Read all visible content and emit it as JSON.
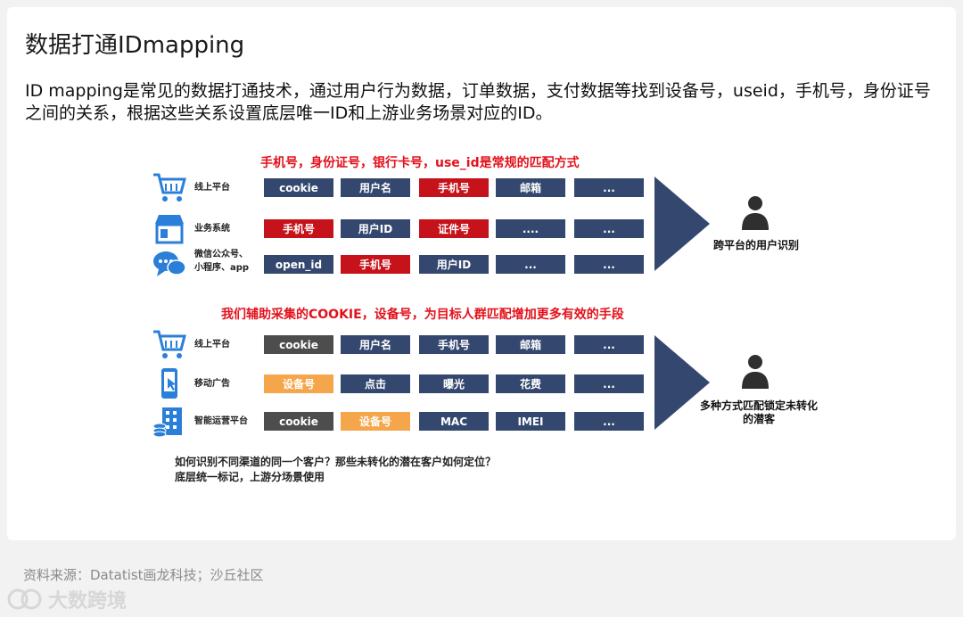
{
  "title": "数据打通IDmapping",
  "paragraph": "ID mapping是常见的数据打通技术，通过用户行为数据，订单数据，支付数据等找到设备号，useid，手机号，身份证号之间的关系，根据这些关系设置底层唯一ID和上游业务场景对应的ID。",
  "section1": {
    "heading": "手机号，身份证号，银行卡号，use_id是常规的匹配方式",
    "rows": [
      {
        "icon": "cart-icon",
        "label": "线上平台",
        "cells": [
          {
            "t": "cookie",
            "c": "navy"
          },
          {
            "t": "用户名",
            "c": "navy"
          },
          {
            "t": "手机号",
            "c": "red"
          },
          {
            "t": "邮箱",
            "c": "navy"
          },
          {
            "t": "...",
            "c": "navy"
          }
        ]
      },
      {
        "icon": "store-icon",
        "label": "业务系统",
        "cells": [
          {
            "t": "手机号",
            "c": "red"
          },
          {
            "t": "用户ID",
            "c": "navy"
          },
          {
            "t": "证件号",
            "c": "red"
          },
          {
            "t": "....",
            "c": "navy"
          },
          {
            "t": "...",
            "c": "navy"
          }
        ]
      },
      {
        "icon": "wechat-icon",
        "label": "微信公众号、\n小程序、app",
        "cells": [
          {
            "t": "open_id",
            "c": "navy"
          },
          {
            "t": "手机号",
            "c": "red"
          },
          {
            "t": "用户ID",
            "c": "navy"
          },
          {
            "t": "...",
            "c": "navy"
          },
          {
            "t": "...",
            "c": "navy"
          }
        ]
      }
    ],
    "result": "跨平台的用户识别"
  },
  "section2": {
    "heading": "我们辅助采集的COOKIE，设备号，为目标人群匹配增加更多有效的手段",
    "rows": [
      {
        "icon": "cart-icon",
        "label": "线上平台",
        "cells": [
          {
            "t": "cookie",
            "c": "gray"
          },
          {
            "t": "用户名",
            "c": "navy"
          },
          {
            "t": "手机号",
            "c": "navy"
          },
          {
            "t": "邮箱",
            "c": "navy"
          },
          {
            "t": "...",
            "c": "navy"
          }
        ]
      },
      {
        "icon": "phone-ad-icon",
        "label": "移动广告",
        "cells": [
          {
            "t": "设备号",
            "c": "orange"
          },
          {
            "t": "点击",
            "c": "navy"
          },
          {
            "t": "曝光",
            "c": "navy"
          },
          {
            "t": "花费",
            "c": "navy"
          },
          {
            "t": "...",
            "c": "navy"
          }
        ]
      },
      {
        "icon": "building-icon",
        "label": "智能运营平台",
        "cells": [
          {
            "t": "cookie",
            "c": "gray"
          },
          {
            "t": "设备号",
            "c": "orange"
          },
          {
            "t": "MAC",
            "c": "navy"
          },
          {
            "t": "IMEI",
            "c": "navy"
          },
          {
            "t": "...",
            "c": "navy"
          }
        ]
      }
    ],
    "result": "多种方式匹配锁定未转化\n的潜客"
  },
  "question": "如何识别不同渠道的同一个客户？那些未转化的潜在客户如何定位？\n底层统一标记，上游分场景使用",
  "source": "资料来源：Datatist画龙科技；沙丘社区",
  "watermark": "大数跨境",
  "colors": {
    "navy": "#34486f",
    "red": "#c6121a",
    "gray": "#4d4d4d",
    "orange": "#f5a64b",
    "icon_blue": "#2b7fd8"
  }
}
